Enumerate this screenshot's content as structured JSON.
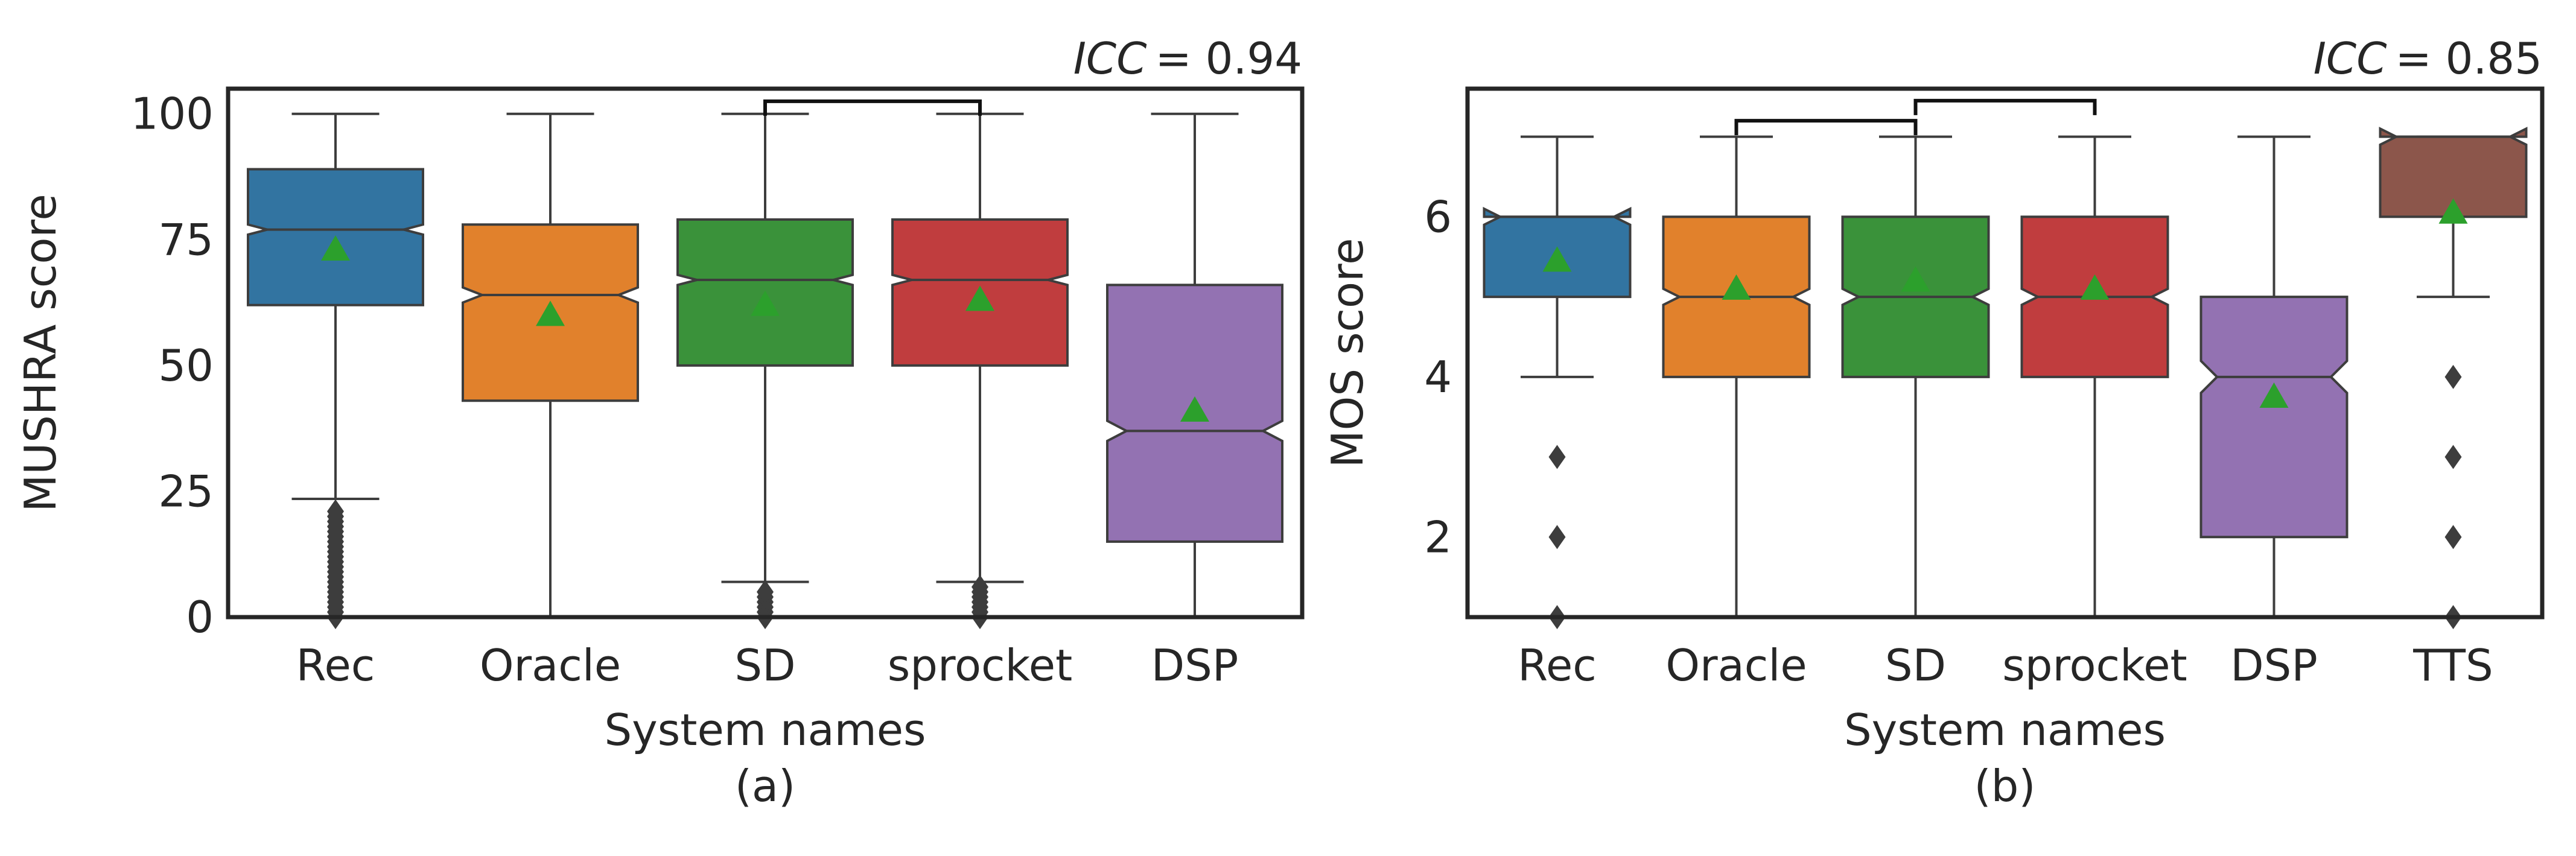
{
  "chart_data": [
    {
      "type": "boxplot",
      "title": "",
      "annotation": {
        "label": "ICC",
        "value": "= 0.94"
      },
      "xlabel": "System names",
      "caption": "(a)",
      "ylabel": "MUSHRA score",
      "ylim": [
        0,
        105
      ],
      "yticks": [
        0,
        25,
        50,
        75,
        100
      ],
      "notched": true,
      "grid": false,
      "categories": [
        "Rec",
        "Oracle",
        "SD",
        "sprocket",
        "DSP"
      ],
      "boxes": [
        {
          "name": "Rec",
          "color": "#3274a1",
          "whislo": 23.5,
          "q1": 62,
          "med": 77,
          "q3": 89,
          "whishi": 100,
          "notch": [
            76,
            78
          ],
          "mean": 73,
          "fliers": [
            0,
            1,
            2,
            3,
            4,
            5,
            6,
            7,
            8,
            9,
            10,
            11,
            12,
            13,
            14,
            15,
            16,
            17,
            18,
            19,
            20,
            21
          ]
        },
        {
          "name": "Oracle",
          "color": "#e1812c",
          "whislo": 0,
          "q1": 43,
          "med": 64,
          "q3": 78,
          "whishi": 100,
          "notch": [
            62.5,
            65.5
          ],
          "mean": 60,
          "fliers": []
        },
        {
          "name": "SD",
          "color": "#3a923a",
          "whislo": 7,
          "q1": 50,
          "med": 67,
          "q3": 79,
          "whishi": 100,
          "notch": [
            66,
            68
          ],
          "mean": 62,
          "fliers": [
            0,
            1,
            2,
            3,
            4,
            5
          ]
        },
        {
          "name": "sprocket",
          "color": "#c03d3e",
          "whislo": 7,
          "q1": 50,
          "med": 67,
          "q3": 79,
          "whishi": 100,
          "notch": [
            66,
            68
          ],
          "mean": 63,
          "fliers": [
            0,
            1,
            2,
            3,
            4,
            5,
            6
          ]
        },
        {
          "name": "DSP",
          "color": "#9372b2",
          "whislo": 0,
          "q1": 15,
          "med": 37,
          "q3": 66,
          "whishi": 100,
          "notch": [
            35,
            39
          ],
          "mean": 41,
          "fliers": []
        }
      ],
      "brackets": [
        {
          "from": "SD",
          "to": "sprocket",
          "y": 102.5
        }
      ]
    },
    {
      "type": "boxplot",
      "title": "",
      "annotation": {
        "label": "ICC",
        "value": "= 0.85"
      },
      "xlabel": "System names",
      "caption": "(b)",
      "ylabel": "MOS score",
      "ylim": [
        1,
        7.6
      ],
      "yticks": [
        2,
        4,
        6
      ],
      "notched": true,
      "grid": false,
      "categories": [
        "Rec",
        "Oracle",
        "SD",
        "sprocket",
        "DSP",
        "TTS"
      ],
      "boxes": [
        {
          "name": "Rec",
          "color": "#3274a1",
          "whislo": 4,
          "q1": 5,
          "med": 6,
          "q3": 6,
          "whishi": 7,
          "notch": [
            5.9,
            6.1
          ],
          "mean": 5.45,
          "fliers": [
            1,
            2,
            3
          ]
        },
        {
          "name": "Oracle",
          "color": "#e1812c",
          "whislo": 1,
          "q1": 4,
          "med": 5,
          "q3": 6,
          "whishi": 7,
          "notch": [
            4.9,
            5.1
          ],
          "mean": 5.1,
          "fliers": []
        },
        {
          "name": "SD",
          "color": "#3a923a",
          "whislo": 1,
          "q1": 4,
          "med": 5,
          "q3": 6,
          "whishi": 7,
          "notch": [
            4.9,
            5.1
          ],
          "mean": 5.2,
          "fliers": []
        },
        {
          "name": "sprocket",
          "color": "#c03d3e",
          "whislo": 1,
          "q1": 4,
          "med": 5,
          "q3": 6,
          "whishi": 7,
          "notch": [
            4.9,
            5.1
          ],
          "mean": 5.1,
          "fliers": []
        },
        {
          "name": "DSP",
          "color": "#9372b2",
          "whislo": 1,
          "q1": 2,
          "med": 4,
          "q3": 5,
          "whishi": 7,
          "notch": [
            3.8,
            4.2
          ],
          "mean": 3.75,
          "fliers": []
        },
        {
          "name": "TTS",
          "color": "#8c564b",
          "whislo": 5,
          "q1": 6,
          "med": 7,
          "q3": 7,
          "whishi": 7,
          "notch": [
            6.9,
            7.1
          ],
          "mean": 6.05,
          "fliers": [
            1,
            2,
            3,
            4
          ]
        }
      ],
      "brackets": [
        {
          "from": "Oracle",
          "to": "SD",
          "y": 7.2
        },
        {
          "from": "SD",
          "to": "sprocket",
          "y": 7.45
        }
      ]
    }
  ],
  "colors": {
    "axis": "#262626",
    "box_edge": "#3d3d3d",
    "mean_marker": "#2ca02c",
    "flier": "#3d3d3d"
  }
}
